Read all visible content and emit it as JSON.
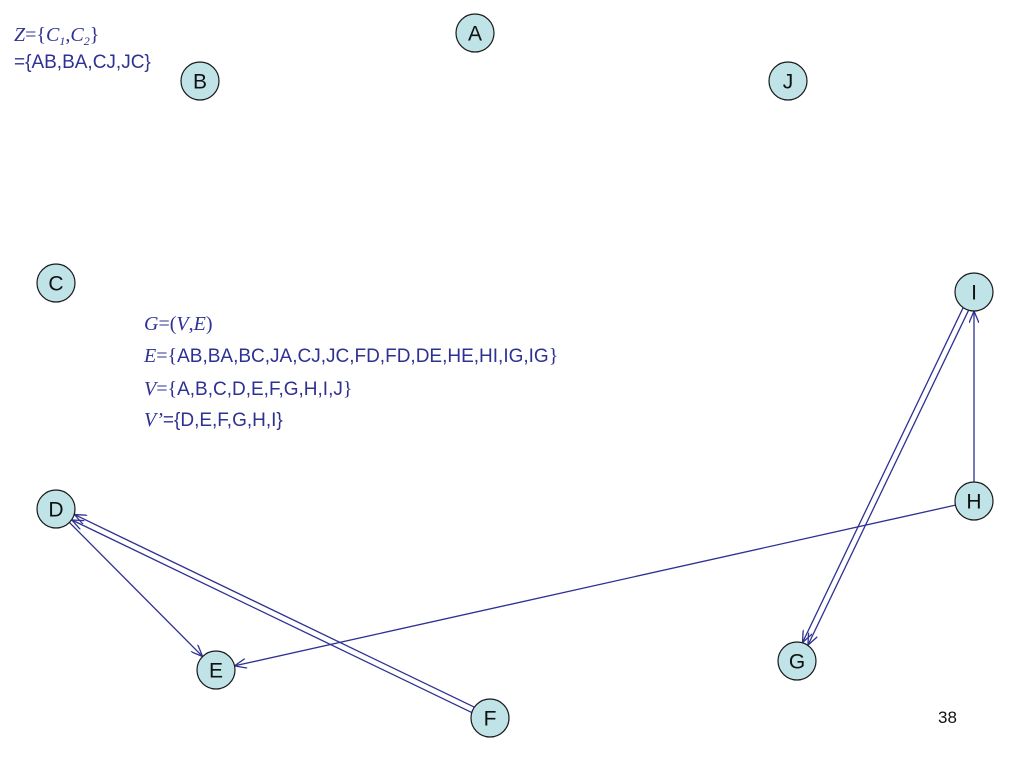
{
  "slide": {
    "number": "38",
    "accent_color": "#2e3192",
    "node_fill": "#bfe3e6"
  },
  "formulas": {
    "z": {
      "lhs": "Z",
      "eq": "={",
      "c": "C",
      "c1_sub": "1",
      "comma": ",",
      "c2_sub": "2",
      "close": "}"
    },
    "z_set": {
      "text": "={AB,BA,CJ,JC}"
    },
    "g": {
      "lhs": "G",
      "open": "=(",
      "v": "V",
      "comma": ",",
      "e": "E",
      "close": ")"
    },
    "e_set": {
      "lhs": "E",
      "eq": "=",
      "open": "{",
      "list": "AB,BA,BC,JA,CJ,JC,FD,FD,DE,HE,HI,IG,IG",
      "close": "}"
    },
    "v_set": {
      "lhs": "V",
      "eq": "=",
      "open": "{",
      "list": "A,B,C,D,E,F,G,H,I,J",
      "close": "}"
    },
    "vprime_set": {
      "lhs": "V",
      "prime": "’",
      "eq": "=",
      "list": "{D,E,F,G,H,I}"
    }
  },
  "graph": {
    "nodes": [
      {
        "id": "A",
        "label": "A"
      },
      {
        "id": "B",
        "label": "B"
      },
      {
        "id": "J",
        "label": "J"
      },
      {
        "id": "C",
        "label": "C"
      },
      {
        "id": "I",
        "label": "I"
      },
      {
        "id": "D",
        "label": "D"
      },
      {
        "id": "H",
        "label": "H"
      },
      {
        "id": "E",
        "label": "E"
      },
      {
        "id": "G",
        "label": "G"
      },
      {
        "id": "F",
        "label": "F"
      }
    ],
    "edges": [
      {
        "from": "D",
        "to": "E"
      },
      {
        "from": "F",
        "to": "D"
      },
      {
        "from": "F",
        "to": "D"
      },
      {
        "from": "H",
        "to": "E"
      },
      {
        "from": "H",
        "to": "I"
      },
      {
        "from": "I",
        "to": "G"
      },
      {
        "from": "I",
        "to": "G"
      }
    ]
  }
}
